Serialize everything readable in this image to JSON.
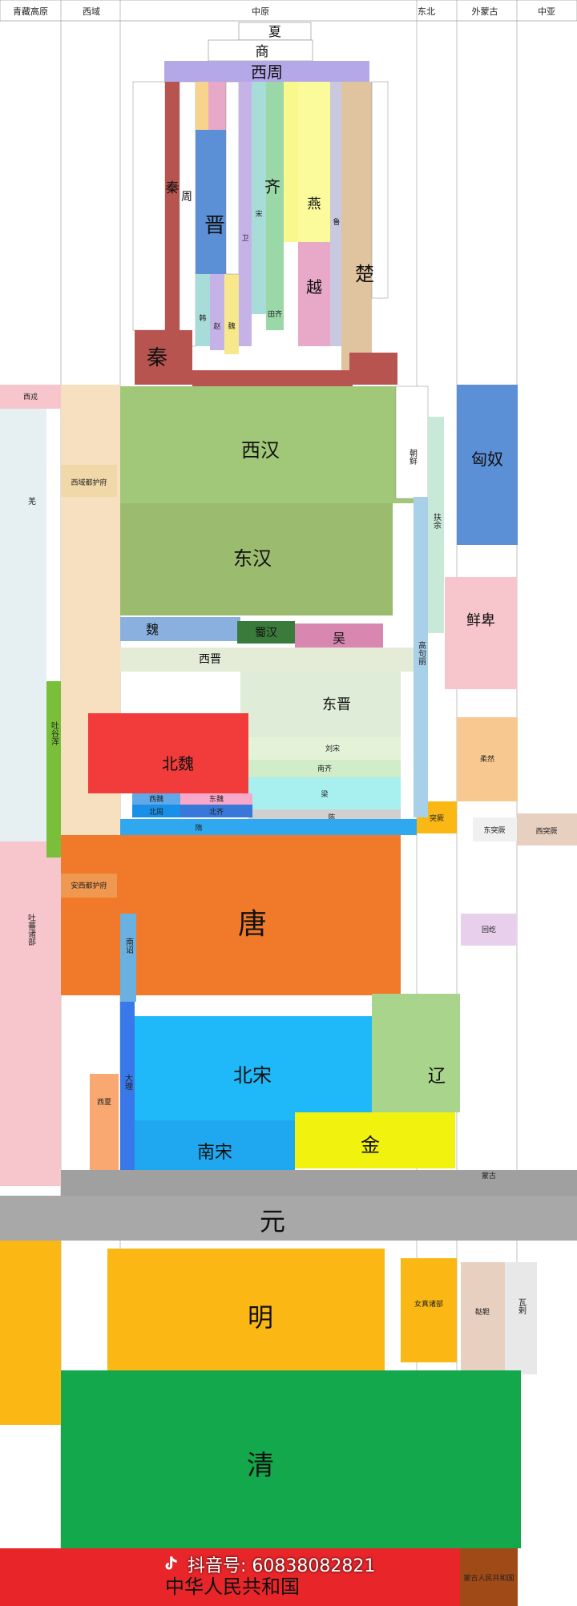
{
  "header": {
    "regions": [
      "青藏高原",
      "西域",
      "中原",
      "东北",
      "外蒙古",
      "中亚"
    ]
  },
  "dynasties": {
    "xia": "夏",
    "shang": "商",
    "xizhou": "西周",
    "qin_state": "秦",
    "jin_state": "晋",
    "qi_state": "齐",
    "yan_state": "燕",
    "yue_state": "越",
    "chu_state": "楚",
    "zhou_state": "周",
    "lu_state": "鲁",
    "song_state": "宋",
    "wei_state": "卫",
    "han_state": "韩",
    "zhao_state": "赵",
    "wei2_state": "魏",
    "tianqi": "田齐",
    "qin_unified": "秦",
    "xihan": "西汉",
    "donghan": "东汉",
    "wei_kingdom": "魏",
    "shuhan": "蜀汉",
    "wu_kingdom": "吴",
    "xijin": "西晋",
    "dongjin": "东晋",
    "beiwei": "北魏",
    "liusong": "刘宋",
    "nanqi": "南齐",
    "liang": "梁",
    "chen": "陈",
    "dongwei": "东魏",
    "xiwei": "西魏",
    "beiqi": "北齐",
    "beizhou": "北周",
    "sui": "隋",
    "tang": "唐",
    "beisong": "北宋",
    "nansong": "南宋",
    "liao": "辽",
    "jin_dynasty": "金",
    "xixia": "西夏",
    "dali": "大理",
    "nanzhao": "南诏",
    "yuan": "元",
    "ming": "明",
    "qing": "清",
    "prc": "中华人民共和国"
  },
  "peripheral": {
    "xiongnu": "匈奴",
    "xianbei": "鲜卑",
    "rouran": "柔然",
    "tujue": "突厥",
    "xitujue": "西突厥",
    "dongtujue": "东突厥",
    "huihe": "回纥",
    "mongol": "蒙古",
    "tufan": "吐蕃诸部",
    "xiyu_duhu": "西域都护府",
    "anxi": "安西都护府",
    "chaoxian": "朝鲜",
    "gaogouli": "高句丽",
    "buyu": "扶余",
    "tuyuhun": "吐谷浑",
    "jurchen": "女真诸部",
    "tatars": "鞑靼",
    "waci": "瓦剌",
    "mongolia_prc": "蒙古人民共和国",
    "qiang": "羌",
    "xirong": "西戎"
  },
  "watermark": {
    "label": "抖音号: 60838082821"
  },
  "colors": {
    "qin": "#b85450",
    "jin": "#5b8fd6",
    "chu": "#e0c4a0",
    "yue": "#e8a9c8",
    "han": "#9bbb6e",
    "tang": "#f07a2a",
    "song": "#1fa8f0",
    "jin_dynasty": "#f2f20f",
    "yuan": "#a0a0a0",
    "ming": "#fbb814",
    "qing": "#13a84c",
    "prc": "#e8262a",
    "beiwei": "#f23c3c",
    "tufan": "#f7c6cc",
    "xiongnu": "#5b8fd6",
    "xianbei": "#f7c6cc",
    "liao": "#a8d48c"
  }
}
